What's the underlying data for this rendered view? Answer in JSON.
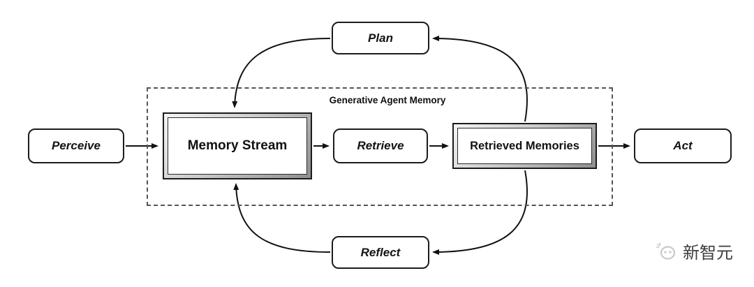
{
  "diagram": {
    "group_title": "Generative Agent Memory",
    "nodes": {
      "perceive": {
        "label": "Perceive"
      },
      "memory_stream": {
        "label": "Memory Stream"
      },
      "retrieve": {
        "label": "Retrieve"
      },
      "retrieved_memories": {
        "label": "Retrieved Memories"
      },
      "act": {
        "label": "Act"
      },
      "plan": {
        "label": "Plan"
      },
      "reflect": {
        "label": "Reflect"
      }
    },
    "edges": [
      {
        "from": "Perceive",
        "to": "Memory Stream"
      },
      {
        "from": "Memory Stream",
        "to": "Retrieve"
      },
      {
        "from": "Retrieve",
        "to": "Retrieved Memories"
      },
      {
        "from": "Retrieved Memories",
        "to": "Act"
      },
      {
        "from": "Retrieved Memories",
        "to": "Plan"
      },
      {
        "from": "Plan",
        "to": "Memory Stream"
      },
      {
        "from": "Retrieved Memories",
        "to": "Reflect"
      },
      {
        "from": "Reflect",
        "to": "Memory Stream"
      }
    ],
    "colors": {
      "stroke": "#1a1a1a",
      "dashed_border": "#555555",
      "background": "#ffffff"
    }
  },
  "watermark": {
    "text": "新智元"
  }
}
